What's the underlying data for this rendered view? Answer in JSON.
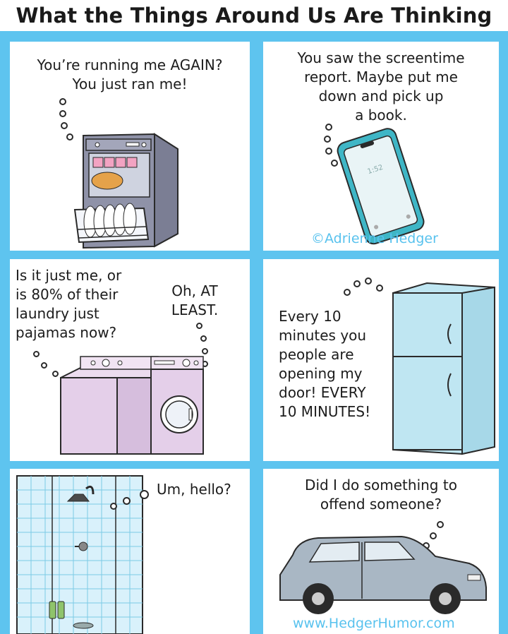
{
  "title": "What the Things Around Us Are Thinking",
  "panels": [
    {
      "object": "dishwasher",
      "caption_lines": [
        "You’re running me AGAIN?",
        "You just ran me!"
      ]
    },
    {
      "object": "phone",
      "caption_lines": [
        "You saw the screentime",
        "report. Maybe put me",
        "down and pick up",
        "a book."
      ],
      "credit": "©Adrienne Hedger",
      "screen_time": "1:52"
    },
    {
      "object": "washer-dryer",
      "caption_left_lines": [
        "Is it just me, or",
        "is 80% of their",
        "laundry just",
        "pajamas now?"
      ],
      "caption_right_lines": [
        "Oh, AT",
        "LEAST."
      ]
    },
    {
      "object": "refrigerator",
      "caption_lines": [
        "Every 10",
        "minutes you",
        "people are",
        "opening my",
        "door! EVERY",
        "10 MINUTES!"
      ]
    },
    {
      "object": "shower",
      "caption_lines": [
        "Um, hello?"
      ]
    },
    {
      "object": "car",
      "caption_lines": [
        "Did I do something to",
        "offend someone?"
      ],
      "credit": "www.HedgerHumor.com"
    }
  ],
  "colors": {
    "frame": "#5ec4ef",
    "credit": "#58c2ee",
    "dishwasher": "#8c8fa6",
    "phone": "#3fb6c6",
    "washer": "#e6d2ea",
    "fridge": "#b3e2ef",
    "tile": "#d6f0fa",
    "car": "#a9b7c4"
  }
}
